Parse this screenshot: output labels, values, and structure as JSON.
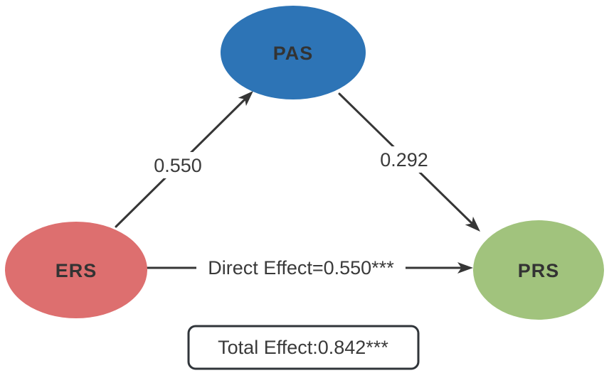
{
  "diagram": {
    "title": "mediation-path-model",
    "background": "#ffffff",
    "stroke_color": "#363636",
    "text_color": "#3a3a3a",
    "nodes": {
      "pas": {
        "label": "PAS",
        "color": "#2d74b6"
      },
      "ers": {
        "label": "ERS",
        "color": "#dd6f6f"
      },
      "prs": {
        "label": "PRS",
        "color": "#a1c37d"
      }
    },
    "edges": {
      "ers_to_pas": {
        "label": "0.550"
      },
      "pas_to_prs": {
        "label": "0.292"
      },
      "ers_to_prs": {
        "label": "Direct Effect=0.550***"
      }
    },
    "total_effect": {
      "label": "Total Effect:0.842***"
    }
  }
}
